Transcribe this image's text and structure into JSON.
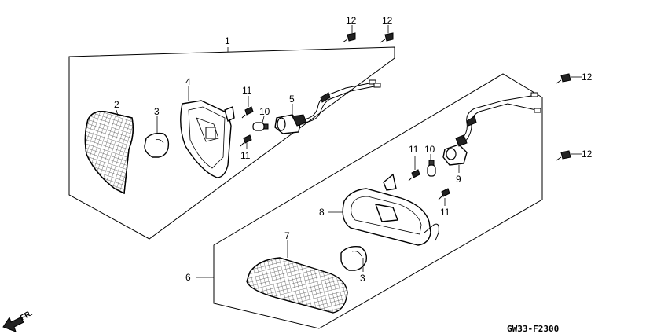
{
  "callouts": {
    "p1": "1",
    "p2": "2",
    "p3a": "3",
    "p3b": "3",
    "p4": "4",
    "p5": "5",
    "p6": "6",
    "p7": "7",
    "p8": "8",
    "p9": "9",
    "p10a": "10",
    "p10b": "10",
    "p11a": "11",
    "p11b": "11",
    "p11c": "11",
    "p11d": "11",
    "p12a": "12",
    "p12b": "12",
    "p12c": "12",
    "p12d": "12"
  },
  "direction_label": "FR.",
  "diagram_code": "GW33-F2300"
}
